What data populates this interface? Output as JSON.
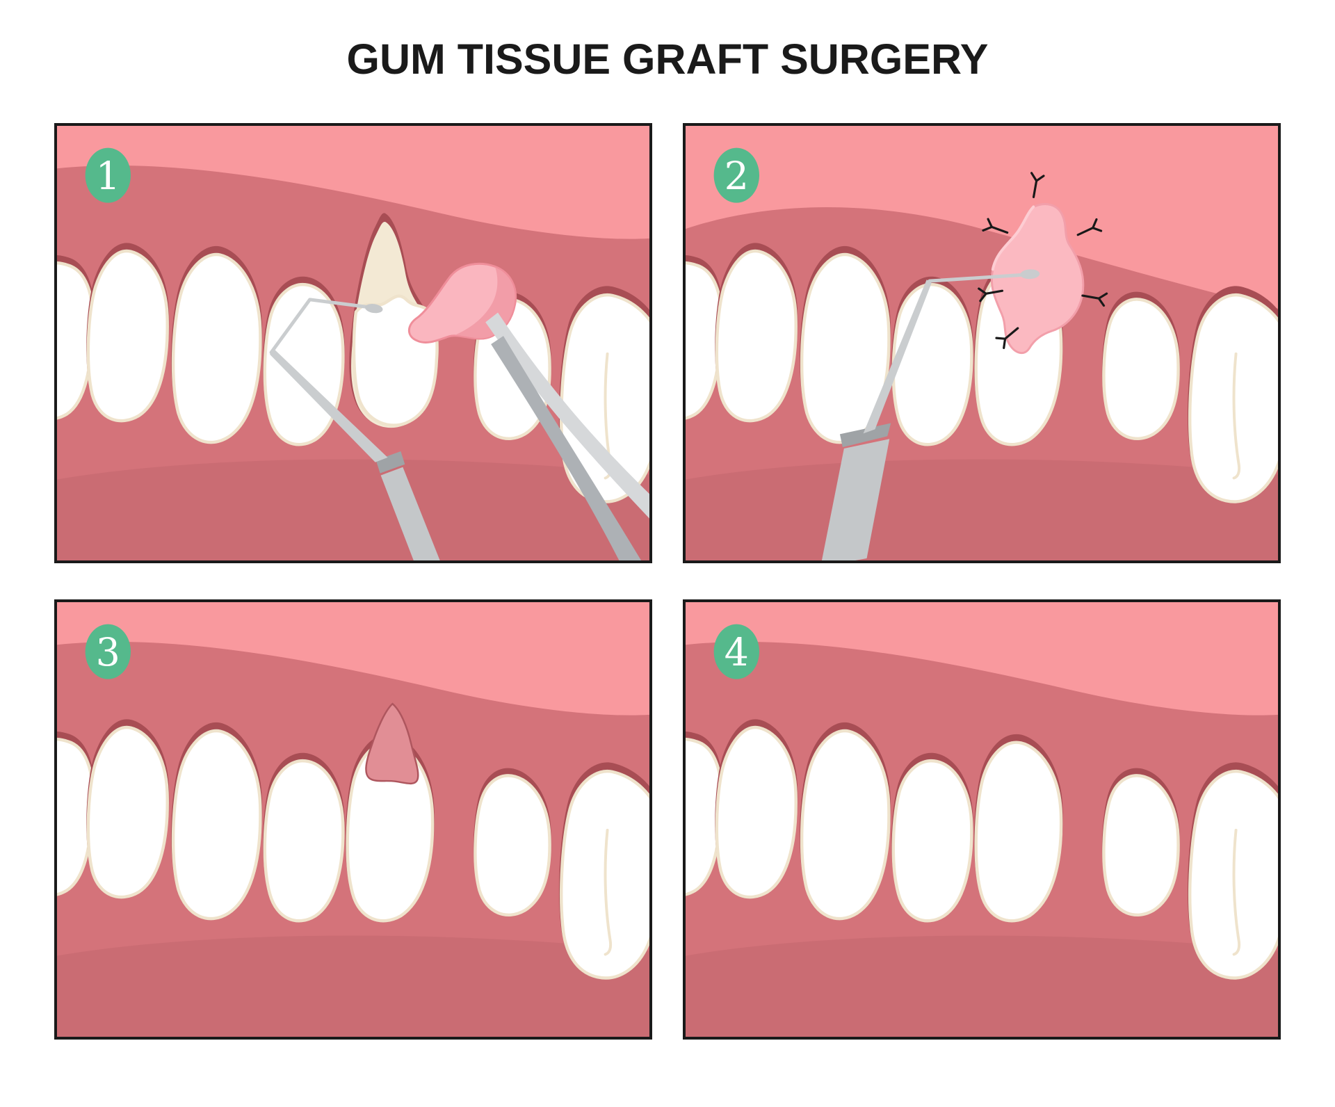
{
  "title": "GUM TISSUE GRAFT SURGERY",
  "panels": [
    {
      "number": "1"
    },
    {
      "number": "2"
    },
    {
      "number": "3"
    },
    {
      "number": "4"
    }
  ],
  "colors": {
    "background": "#FFFFFF",
    "title_text": "#1A1A1A",
    "panel_border": "#1A1A1A",
    "badge_green": "#55B98C",
    "badge_number_white": "#FFFFFF",
    "gum_light_pink": "#F9999E",
    "gum_dark_pink": "#D4737A",
    "gum_bottom_shadow": "#CA6C73",
    "gumline_dark_red": "#A84D54",
    "tooth_white": "#FFFFFF",
    "tooth_outline_cream": "#EFE3CC",
    "exposed_root_beige": "#F3E9D4",
    "graft_tissue_pink": "#FAB6BF",
    "graft_outline_pink": "#EF8E9A",
    "healed_graft_pink": "#E18E95",
    "instrument_gray": "#C4C7C9",
    "suture_black": "#191919"
  }
}
